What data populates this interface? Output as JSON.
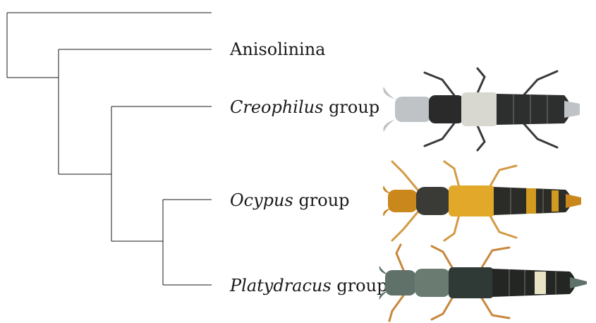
{
  "diagram": {
    "taxa": [
      {
        "id": "outgroup",
        "label_italic": "",
        "label_rest": ""
      },
      {
        "id": "anisolinina",
        "label_italic": "",
        "label_rest": "Anisolinina"
      },
      {
        "id": "creophilus",
        "label_italic": "Creophilus",
        "label_rest": " group"
      },
      {
        "id": "ocypus",
        "label_italic": "Ocypus",
        "label_rest": " group"
      },
      {
        "id": "platydracus",
        "label_italic": "Platydracus",
        "label_rest": " group"
      }
    ],
    "beetle_photos": [
      {
        "taxon": "creophilus",
        "icon": "creophilus-beetle-icon",
        "colors": {
          "head": "#bfc3c6",
          "pronotum": "#2a2a2a",
          "elytra": "#d8d8d0",
          "abdomen": "#2c2f2e",
          "legs": "#3a3a3a"
        }
      },
      {
        "taxon": "ocypus",
        "icon": "ocypus-beetle-icon",
        "colors": {
          "head": "#c9871c",
          "pronotum": "#3a3a36",
          "elytra": "#e2a82a",
          "abdomen": "#2b2b27",
          "band": "#d29a1e",
          "legs": "#d39a45"
        }
      },
      {
        "taxon": "platydracus",
        "icon": "platydracus-beetle-icon",
        "colors": {
          "head": "#5f7168",
          "pronotum": "#6a7c72",
          "elytra": "#2f3a36",
          "abdomen": "#242624",
          "band": "#e8e3c4",
          "legs": "#c7873c"
        }
      }
    ]
  }
}
